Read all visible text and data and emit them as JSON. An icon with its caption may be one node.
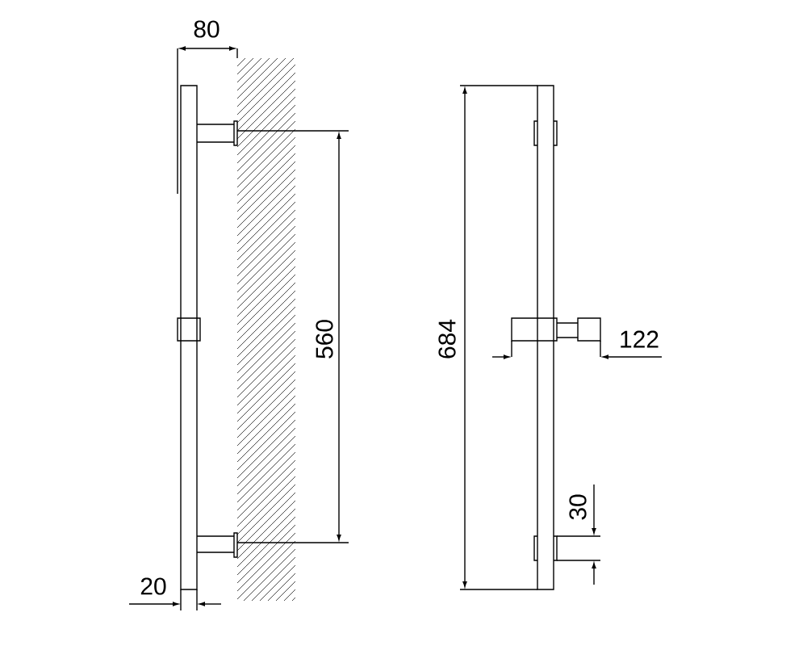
{
  "diagram": {
    "labels": [
      "80",
      "560",
      "20",
      "684",
      "122",
      "30"
    ]
  }
}
